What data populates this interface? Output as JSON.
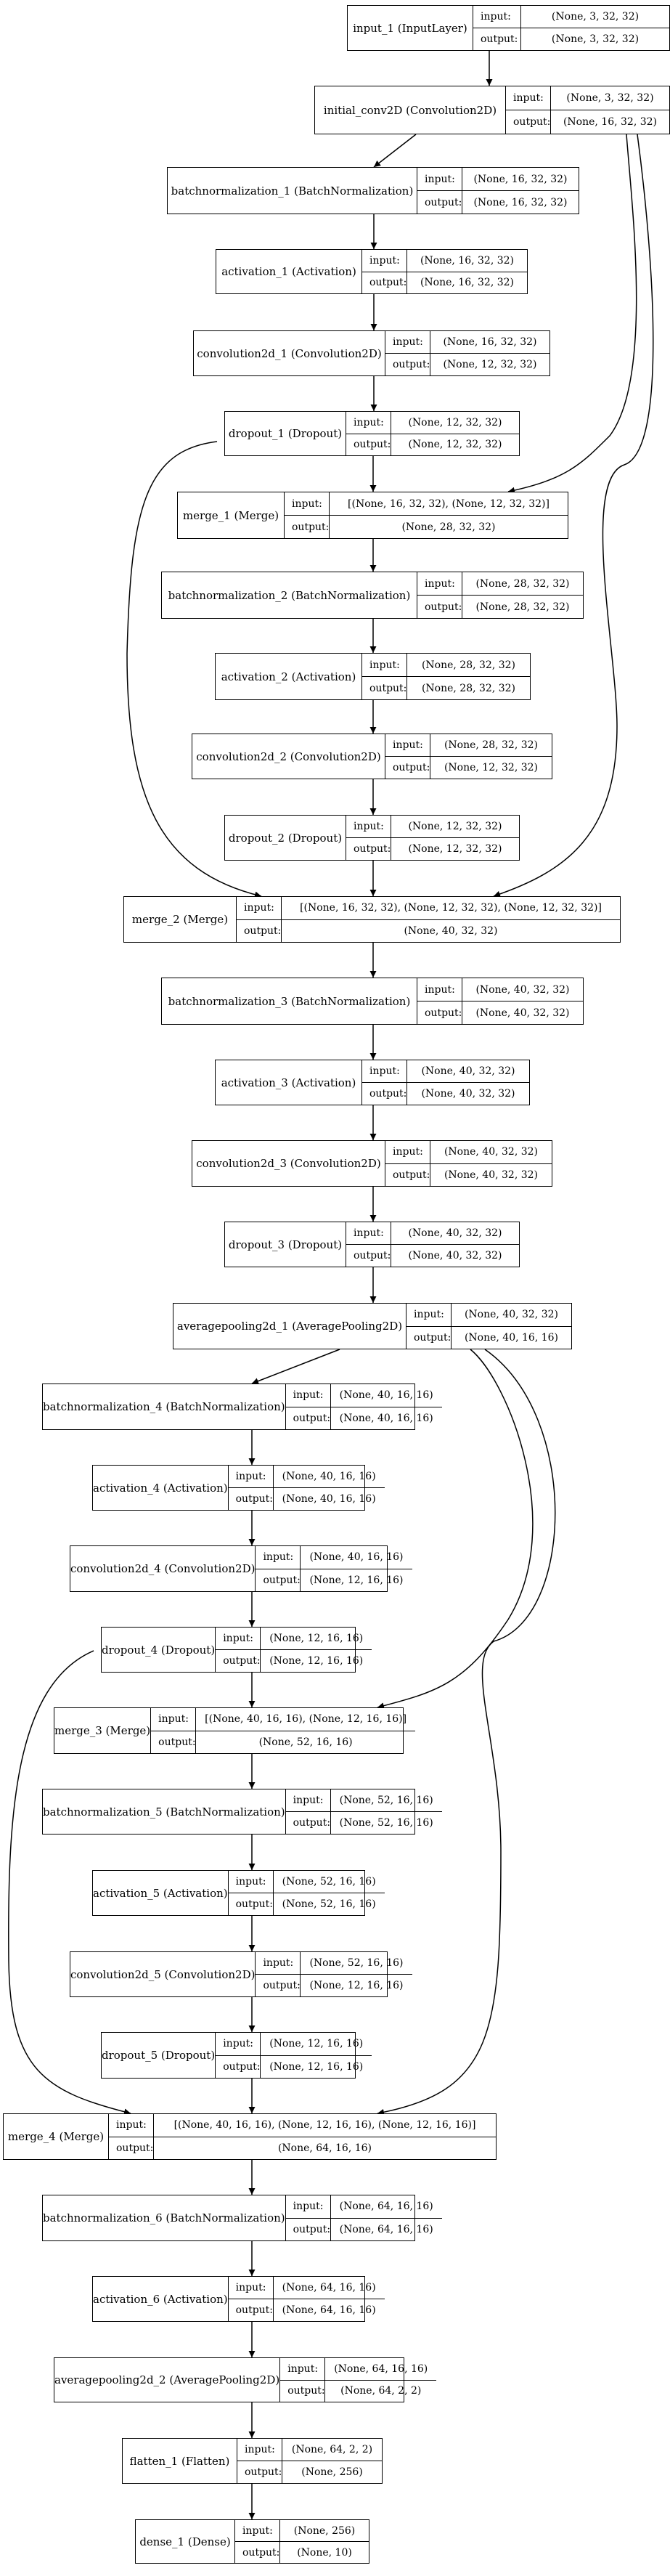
{
  "labels": {
    "input": "input:",
    "output": "output:"
  },
  "layers": [
    {
      "name": "input_1 (InputLayer)",
      "input": "(None, 3, 32, 32)",
      "output": "(None, 3, 32, 32)"
    },
    {
      "name": "initial_conv2D (Convolution2D)",
      "input": "(None, 3, 32, 32)",
      "output": "(None, 16, 32, 32)"
    },
    {
      "name": "batchnormalization_1 (BatchNormalization)",
      "input": "(None, 16, 32, 32)",
      "output": "(None, 16, 32, 32)"
    },
    {
      "name": "activation_1 (Activation)",
      "input": "(None, 16, 32, 32)",
      "output": "(None, 16, 32, 32)"
    },
    {
      "name": "convolution2d_1 (Convolution2D)",
      "input": "(None, 16, 32, 32)",
      "output": "(None, 12, 32, 32)"
    },
    {
      "name": "dropout_1 (Dropout)",
      "input": "(None, 12, 32, 32)",
      "output": "(None, 12, 32, 32)"
    },
    {
      "name": "merge_1 (Merge)",
      "input": "[(None, 16, 32, 32), (None, 12, 32, 32)]",
      "output": "(None, 28, 32, 32)"
    },
    {
      "name": "batchnormalization_2 (BatchNormalization)",
      "input": "(None, 28, 32, 32)",
      "output": "(None, 28, 32, 32)"
    },
    {
      "name": "activation_2 (Activation)",
      "input": "(None, 28, 32, 32)",
      "output": "(None, 28, 32, 32)"
    },
    {
      "name": "convolution2d_2 (Convolution2D)",
      "input": "(None, 28, 32, 32)",
      "output": "(None, 12, 32, 32)"
    },
    {
      "name": "dropout_2 (Dropout)",
      "input": "(None, 12, 32, 32)",
      "output": "(None, 12, 32, 32)"
    },
    {
      "name": "merge_2 (Merge)",
      "input": "[(None, 16, 32, 32), (None, 12, 32, 32), (None, 12, 32, 32)]",
      "output": "(None, 40, 32, 32)"
    },
    {
      "name": "batchnormalization_3 (BatchNormalization)",
      "input": "(None, 40, 32, 32)",
      "output": "(None, 40, 32, 32)"
    },
    {
      "name": "activation_3 (Activation)",
      "input": "(None, 40, 32, 32)",
      "output": "(None, 40, 32, 32)"
    },
    {
      "name": "convolution2d_3 (Convolution2D)",
      "input": "(None, 40, 32, 32)",
      "output": "(None, 40, 32, 32)"
    },
    {
      "name": "dropout_3 (Dropout)",
      "input": "(None, 40, 32, 32)",
      "output": "(None, 40, 32, 32)"
    },
    {
      "name": "averagepooling2d_1 (AveragePooling2D)",
      "input": "(None, 40, 32, 32)",
      "output": "(None, 40, 16, 16)"
    },
    {
      "name": "batchnormalization_4 (BatchNormalization)",
      "input": "(None, 40, 16, 16)",
      "output": "(None, 40, 16, 16)"
    },
    {
      "name": "activation_4 (Activation)",
      "input": "(None, 40, 16, 16)",
      "output": "(None, 40, 16, 16)"
    },
    {
      "name": "convolution2d_4 (Convolution2D)",
      "input": "(None, 40, 16, 16)",
      "output": "(None, 12, 16, 16)"
    },
    {
      "name": "dropout_4 (Dropout)",
      "input": "(None, 12, 16, 16)",
      "output": "(None, 12, 16, 16)"
    },
    {
      "name": "merge_3 (Merge)",
      "input": "[(None, 40, 16, 16), (None, 12, 16, 16)]",
      "output": "(None, 52, 16, 16)"
    },
    {
      "name": "batchnormalization_5 (BatchNormalization)",
      "input": "(None, 52, 16, 16)",
      "output": "(None, 52, 16, 16)"
    },
    {
      "name": "activation_5 (Activation)",
      "input": "(None, 52, 16, 16)",
      "output": "(None, 52, 16, 16)"
    },
    {
      "name": "convolution2d_5 (Convolution2D)",
      "input": "(None, 52, 16, 16)",
      "output": "(None, 12, 16, 16)"
    },
    {
      "name": "dropout_5 (Dropout)",
      "input": "(None, 12, 16, 16)",
      "output": "(None, 12, 16, 16)"
    },
    {
      "name": "merge_4 (Merge)",
      "input": "[(None, 40, 16, 16), (None, 12, 16, 16), (None, 12, 16, 16)]",
      "output": "(None, 64, 16, 16)"
    },
    {
      "name": "batchnormalization_6 (BatchNormalization)",
      "input": "(None, 64, 16, 16)",
      "output": "(None, 64, 16, 16)"
    },
    {
      "name": "activation_6 (Activation)",
      "input": "(None, 64, 16, 16)",
      "output": "(None, 64, 16, 16)"
    },
    {
      "name": "averagepooling2d_2 (AveragePooling2D)",
      "input": "(None, 64, 16, 16)",
      "output": "(None, 64, 2, 2)"
    },
    {
      "name": "flatten_1 (Flatten)",
      "input": "(None, 64, 2, 2)",
      "output": "(None, 256)"
    },
    {
      "name": "dense_1 (Dense)",
      "input": "(None, 256)",
      "output": "(None, 10)"
    }
  ]
}
